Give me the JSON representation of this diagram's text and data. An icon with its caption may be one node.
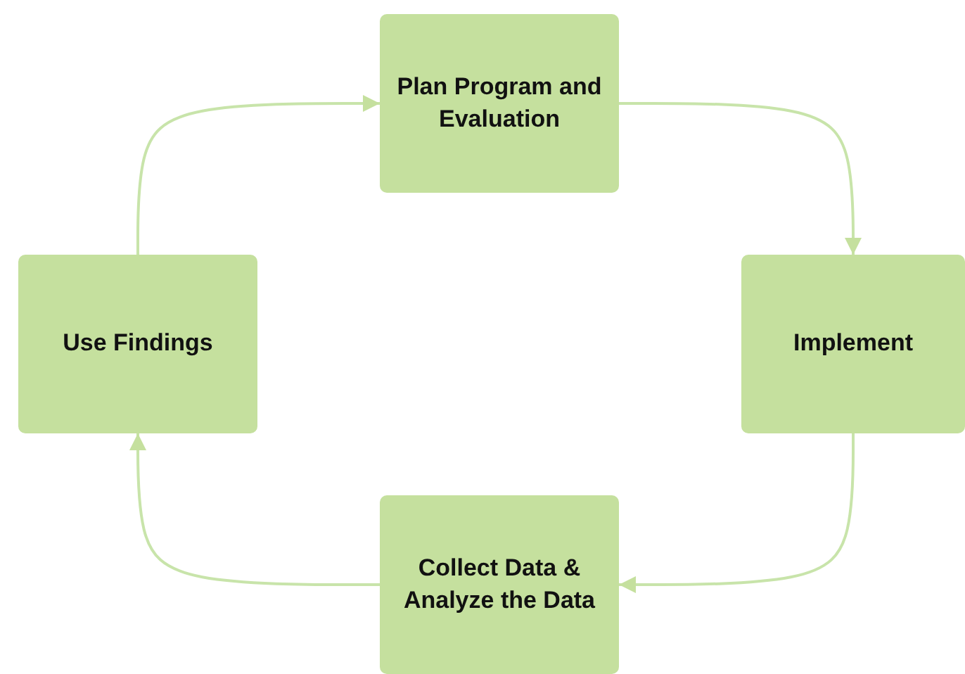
{
  "diagram": {
    "nodes": [
      {
        "text": [
          "Plan Program and Evaluation"
        ]
      },
      {
        "text": [
          "Implement"
        ]
      },
      {
        "text": [
          "Collect Data & Analyze the Data"
        ]
      },
      {
        "text": [
          "Use Findings"
        ]
      }
    ],
    "edges": [
      {
        "from": 0,
        "to": 1,
        "arrow": "to"
      },
      {
        "from": 1,
        "to": 2,
        "arrow": "to"
      },
      {
        "from": 2,
        "to": 3,
        "arrow": "to"
      },
      {
        "from": 3,
        "to": 0,
        "arrow": "to"
      }
    ]
  }
}
